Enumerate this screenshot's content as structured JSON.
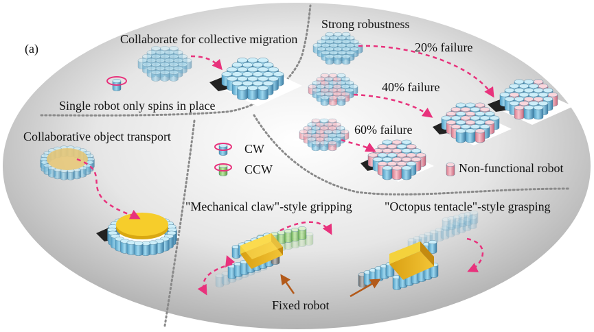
{
  "panel_label": "(a)",
  "sections": {
    "migration": {
      "title": "Collaborate for collective migration",
      "caption": "Single robot only spins in place"
    },
    "robustness": {
      "title": "Strong robustness",
      "failures": [
        "20% failure",
        "40% failure",
        "60% failure"
      ],
      "legend": "Non-functional robot"
    },
    "transport": {
      "title": "Collaborative object transport"
    },
    "rotation_legend": {
      "cw": "CW",
      "ccw": "CCW"
    },
    "gripping": {
      "title": "\"Mechanical claw\"-style gripping"
    },
    "grasping": {
      "title": "\"Octopus tentacle\"-style grasping"
    },
    "fixed_robot": "Fixed robot"
  },
  "colors": {
    "robot_blue": "#7fc8e6",
    "robot_pink": "#f2a7b3",
    "robot_green": "#9bd67a",
    "object_yellow": "#f2c530",
    "arrow_pink": "#e8327c",
    "arrow_brown": "#b35a1a",
    "divider": "#888888"
  }
}
